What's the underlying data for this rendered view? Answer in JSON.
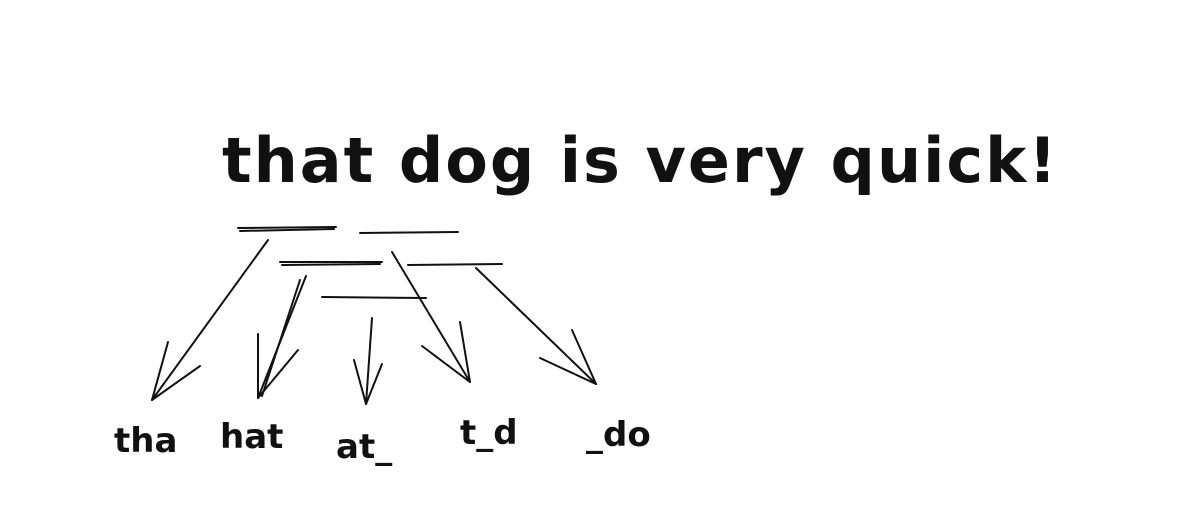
{
  "diagram": {
    "sentence": "that dog is very quick!",
    "ngrams": [
      "tha",
      "hat",
      "at_",
      "t_d",
      "_do"
    ],
    "ink_color": "#111111"
  }
}
